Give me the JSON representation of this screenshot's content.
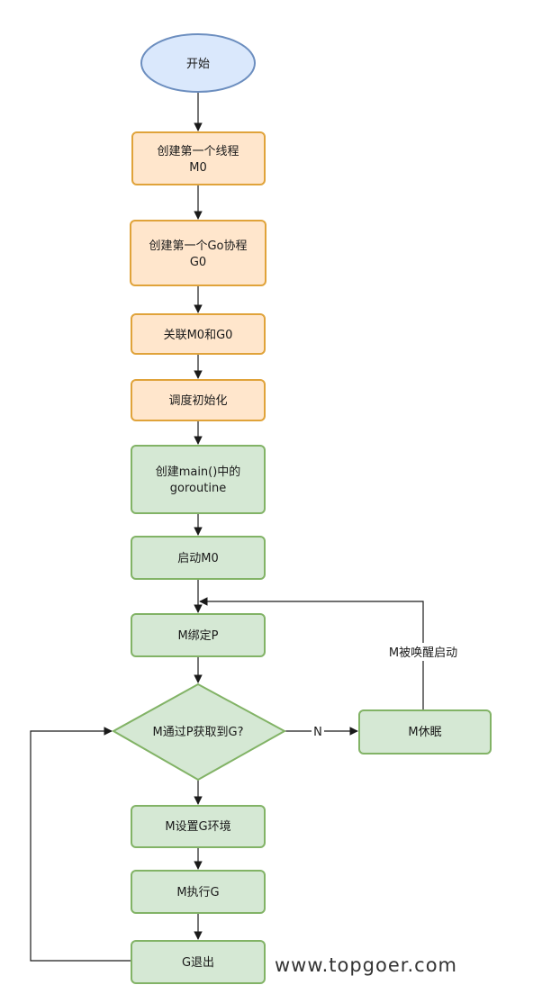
{
  "colors": {
    "start_fill": "#dae8fc",
    "start_stroke": "#6c8ebf",
    "orange_fill": "#ffe6cc",
    "orange_stroke": "#e0a33a",
    "green_fill": "#d5e8d4",
    "green_stroke": "#82b366",
    "edge": "#1a1a1a"
  },
  "nodes": {
    "start": "开始",
    "create_thread": {
      "line1": "创建第一个线程",
      "line2": "M0"
    },
    "create_goroutine": {
      "line1": "创建第一个Go协程",
      "line2": "G0"
    },
    "associate": "关联M0和G0",
    "sched_init": "调度初始化",
    "create_main": {
      "line1": "创建main()中的",
      "line2": "goroutine"
    },
    "start_m0": "启动M0",
    "bind_p": "M绑定P",
    "decision": "M通过P获取到G?",
    "sleep": "M休眠",
    "setup_env": "M设置G环境",
    "execute": "M执行G",
    "exit": "G退出"
  },
  "edge_labels": {
    "no": "N",
    "wakeup": "M被唤醒启动"
  },
  "watermark": "www.topgoer.com"
}
